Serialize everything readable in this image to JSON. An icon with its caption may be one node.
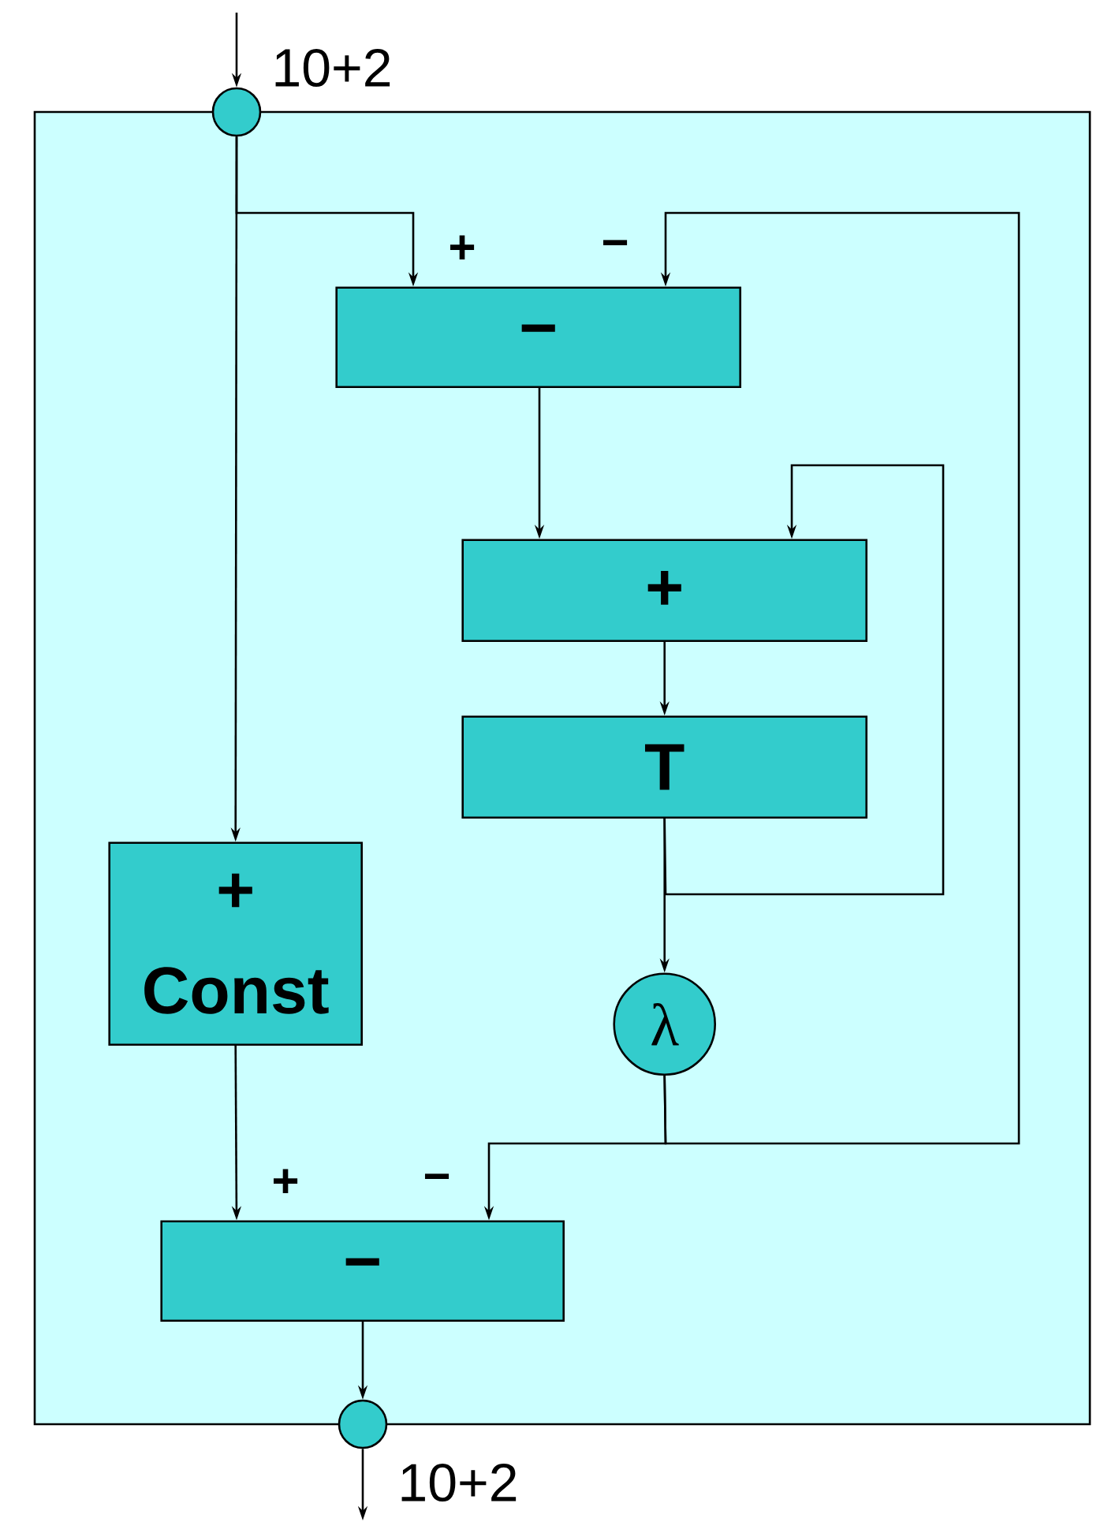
{
  "diagram": {
    "nodes": [
      {
        "text": [],
        "shape": "box"
      },
      {
        "text": [],
        "shape": "circle",
        "beside": [
          "10+2"
        ]
      },
      {
        "text": [
          "−"
        ],
        "in": 0
      },
      {
        "text": [
          "+"
        ],
        "in": 0
      },
      {
        "text": [
          "T"
        ],
        "in": 0
      },
      {
        "text": [
          "+",
          "Const"
        ],
        "in": 0
      },
      {
        "text": [
          "λ"
        ],
        "in": 0
      },
      {
        "text": [
          "−"
        ],
        "in": 0
      },
      {
        "text": [],
        "shape": "circle",
        "beside": [
          "10+2"
        ]
      }
    ],
    "edges": [
      {
        "from": null,
        "to": 1,
        "arrow": "to"
      },
      {
        "from": 1,
        "to": 2,
        "arrow": "to"
      },
      {
        "from": 1,
        "to": 5,
        "arrow": "to"
      },
      {
        "from": 2,
        "to": 3,
        "arrow": "to"
      },
      {
        "from": 4,
        "to": 3,
        "arrow": "to"
      },
      {
        "from": 3,
        "to": 4,
        "arrow": "to"
      },
      {
        "from": 4,
        "to": 6,
        "arrow": "to"
      },
      {
        "from": 6,
        "to": 2,
        "arrow": "to"
      },
      {
        "from": 6,
        "to": 7,
        "arrow": "to"
      },
      {
        "from": 5,
        "to": 7,
        "arrow": "to"
      },
      {
        "from": 7,
        "to": 8,
        "arrow": "to"
      },
      {
        "from": 8,
        "to": null,
        "arrow": "to"
      }
    ],
    "labels": [
      "+",
      "−",
      "+",
      "−"
    ]
  }
}
